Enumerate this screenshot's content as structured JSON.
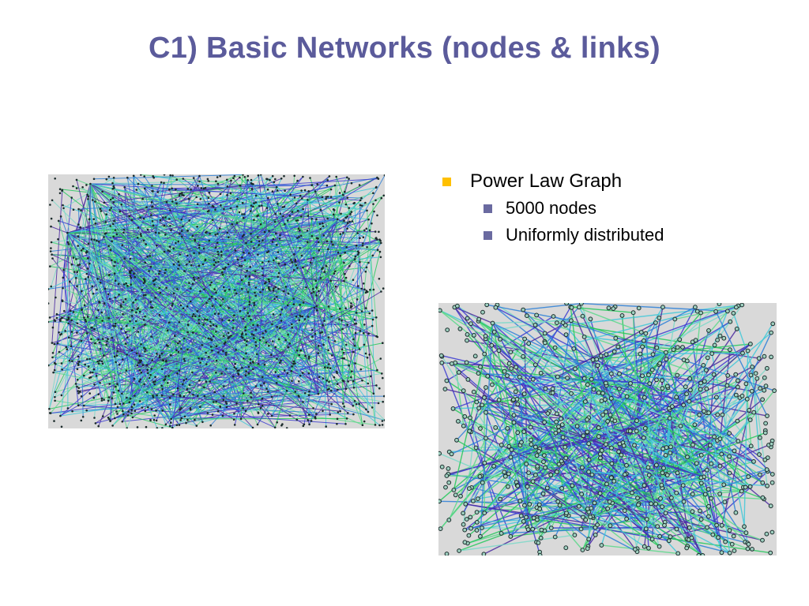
{
  "slide": {
    "title": "C1) Basic Networks (nodes & links)",
    "title_color": "#5b5b9b",
    "bullets": [
      {
        "level": 1,
        "text": "Power Law Graph",
        "marker_color": "#ffc000"
      },
      {
        "level": 2,
        "text": "5000 nodes",
        "marker_color": "#6a6aa0"
      },
      {
        "level": 2,
        "text": "Uniformly distributed",
        "marker_color": "#6a6aa0"
      }
    ]
  },
  "network_images": {
    "background": "#d9d9d9",
    "edge_colors": [
      "#3b3bd0",
      "#23c85a",
      "#3fc8d8",
      "#2a7fd8",
      "#5ad88a",
      "#4b2aa0",
      "#7ad8c8"
    ],
    "node_color": "#1a2a2a"
  }
}
